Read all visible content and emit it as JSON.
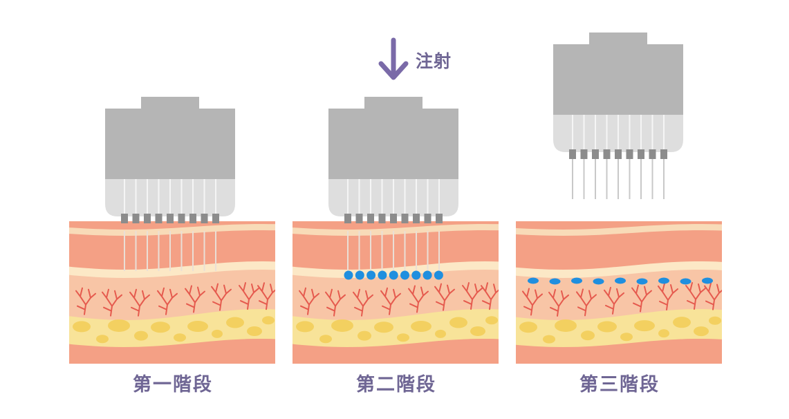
{
  "stages": [
    {
      "label": "第一階段",
      "state": "needles-inserted",
      "dots": "none"
    },
    {
      "label": "第二階段",
      "state": "needles-inserted",
      "dots": "deposited"
    },
    {
      "label": "第三階段",
      "state": "device-lifted",
      "dots": "spread"
    }
  ],
  "injection_label": "注射",
  "icons": {
    "arrow": "arrow-down-icon",
    "device": "microneedle-device-icon",
    "vessel": "blood-vessel-icon",
    "fat": "fat-cell-icon",
    "dot": "injected-drop-icon"
  },
  "colors": {
    "device_body": "#b5b5b5",
    "device_tip": "#dedede",
    "needle_base": "#8c8c8c",
    "needle": "#c8c8c8",
    "skin_top": "#f8dbb8",
    "epidermis": "#f4a085",
    "dermis_line": "#fce8c6",
    "dermis": "#f8c5a6",
    "vessel": "#e55a4e",
    "fat_layer": "#f8e399",
    "fat_cell": "#f3d060",
    "subcutis": "#f4a085",
    "injection": "#1f8fdf",
    "text": "#6f6694",
    "arrow": "#7a6aa8"
  }
}
